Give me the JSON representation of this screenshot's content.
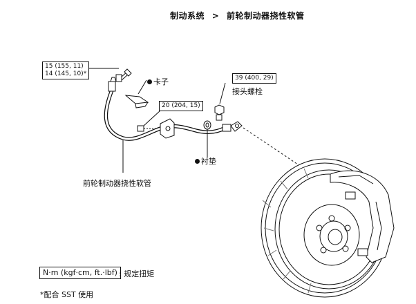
{
  "header": {
    "breadcrumb_section": "制动系统",
    "breadcrumb_separator": ">",
    "breadcrumb_page": "前轮制动器挠性软管"
  },
  "torque_specs": {
    "union_nut_line1": "15 (155, 11)",
    "union_nut_line2": "14 (145, 10)*",
    "bracket_bolt": "20 (204, 15)",
    "union_bolt": "39 (400, 29)"
  },
  "labels": {
    "clip": "卡子",
    "union_bolt": "接头螺栓",
    "gasket": "衬垫",
    "flexible_hose": "前轮制动器挠性软管"
  },
  "legend": {
    "unit_box": "N·m (kgf·cm, ft.·lbf)",
    "unit_desc": ": 规定扭矩",
    "sst_note": "*配合 SST 使用"
  }
}
